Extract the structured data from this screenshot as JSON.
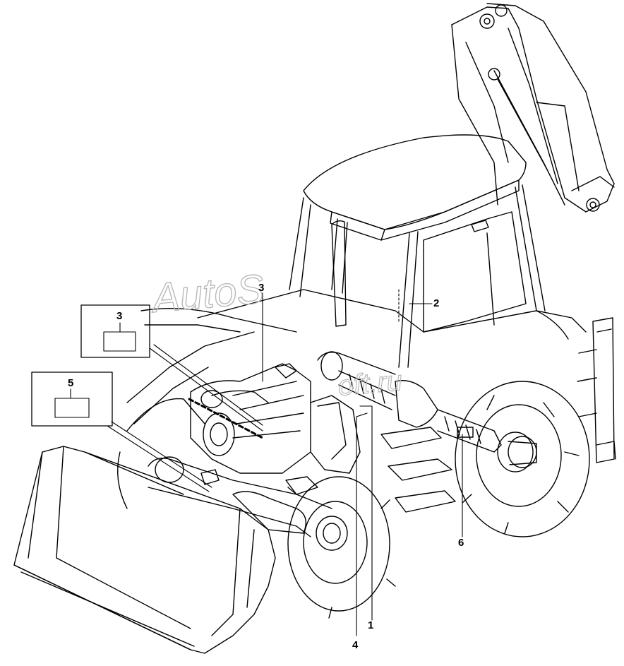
{
  "watermark": {
    "main": "AutoS",
    "ext": "oft.ru"
  },
  "callouts": {
    "c1": "1",
    "c2": "2",
    "c3_top": "3",
    "c3_box": "3",
    "c4": "4",
    "c5_box": "5",
    "c6": "6"
  }
}
